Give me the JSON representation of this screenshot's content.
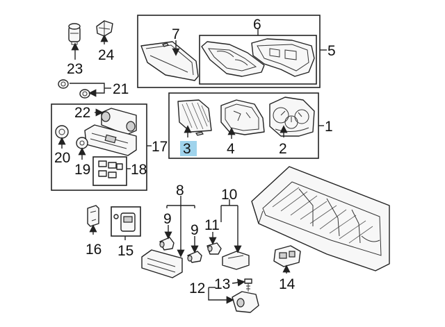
{
  "callouts": {
    "c1": "1",
    "c2": "2",
    "c3": "3",
    "c4": "4",
    "c5": "5",
    "c6": "6",
    "c7": "7",
    "c8": "8",
    "c9a": "9",
    "c9b": "9",
    "c10": "10",
    "c11": "11",
    "c12": "12",
    "c13": "13",
    "c14": "14",
    "c15": "15",
    "c16": "16",
    "c17": "17",
    "c18": "18",
    "c19": "19",
    "c20": "20",
    "c21": "21",
    "c22": "22",
    "c23": "23",
    "c24": "24"
  },
  "highlight": {
    "callout": "3",
    "color": "#9fd3ec"
  }
}
